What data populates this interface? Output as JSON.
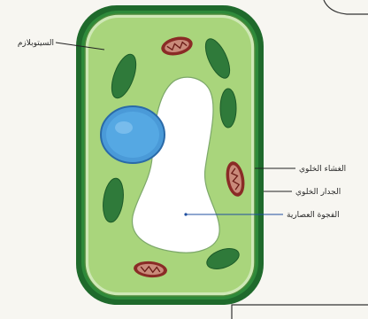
{
  "labels": {
    "cytoplasm": "السيتوبلازم",
    "cell_membrane": "الغشاء الخلوي",
    "cell_wall": "الجدار الخلوي",
    "vacuole": "الفجوة العصارية"
  },
  "colors": {
    "cell_wall": "#1f6a2c",
    "cytoplasm": "#a9d57c",
    "chloroplast": "#2f7a3a",
    "nucleus": "#4a9ad8",
    "mitochondria": "#8a2b26",
    "vacuole": "#ffffff"
  },
  "icons": {
    "nucleus": "nucleus-icon",
    "chloroplast": "chloroplast-icon",
    "mitochondrion": "mitochondrion-icon"
  }
}
